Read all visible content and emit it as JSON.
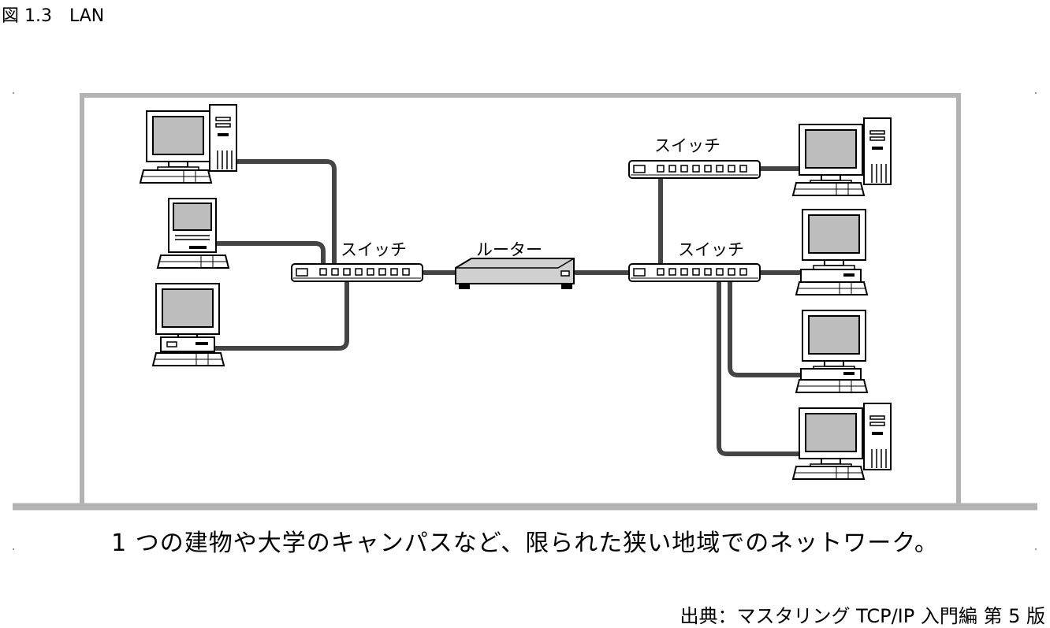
{
  "figure_title": "図 1.3　LAN",
  "labels": {
    "switch_left": "スイッチ",
    "router": "ルーター",
    "switch_top_right": "スイッチ",
    "switch_right": "スイッチ"
  },
  "caption": "1 つの建物や大学のキャンパスなど、限られた狭い地域でのネットワーク。",
  "source": "出典：マスタリング TCP/IP 入門編 第 5 版",
  "colors": {
    "frame": "#b3b3b3",
    "cable": "#444444"
  }
}
